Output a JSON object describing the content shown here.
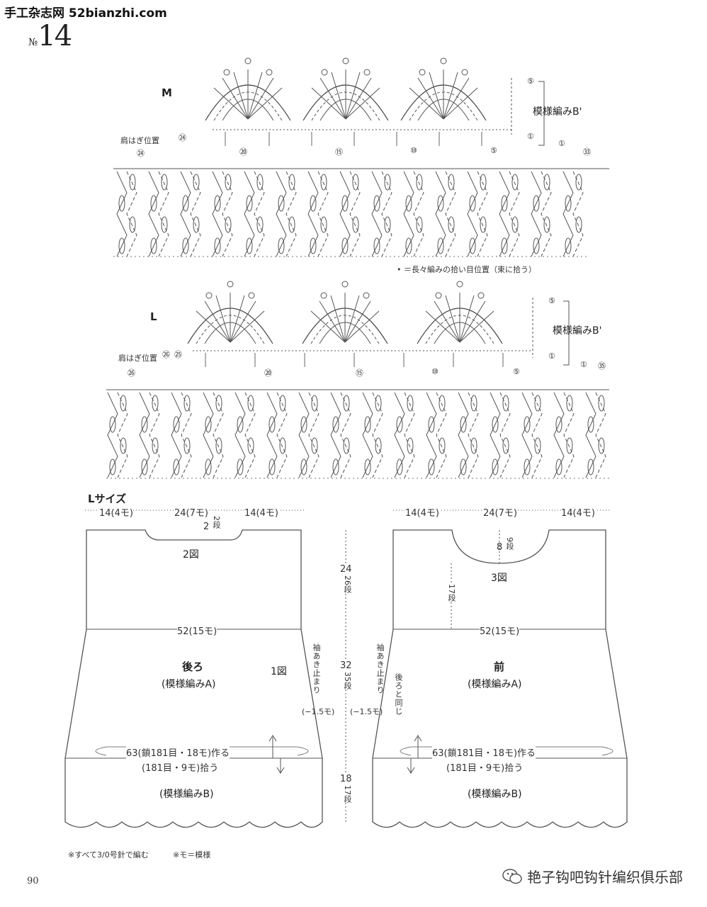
{
  "header": {
    "site": "手工杂志网 52bianzhi.com",
    "no_prefix": "№",
    "no_number": "14"
  },
  "chart_m": {
    "size_label": "M",
    "shoulder_label": "肩はぎ位置",
    "pattern_label": "模様編みB'",
    "row_top": "⑤",
    "row_bottom": "①",
    "markers": [
      "㉔",
      "㉔",
      "⑳",
      "⑮",
      "⑩",
      "⑤",
      "①",
      "㉝"
    ]
  },
  "note_long": "• ＝長々編みの拾い目位置（束に拾う）",
  "chart_l": {
    "size_label": "L",
    "shoulder_label": "肩はぎ位置",
    "pattern_label": "模様編みB'",
    "row_top": "⑤",
    "row_bottom": "①",
    "markers": [
      "㉖",
      "㉕",
      "㉖",
      "⑳",
      "⑮",
      "⑩",
      "⑤",
      "①",
      "㉟"
    ]
  },
  "schematic": {
    "size_title": "Lサイズ",
    "top_dims": [
      "14(4モ)",
      "24(7モ)",
      "14(4モ)"
    ],
    "back": {
      "title": "後ろ",
      "pattern": "(模様編みA)",
      "fig_neck": "2図",
      "fig_side": "1図",
      "neck_depth": "2",
      "neck_rows": "2段",
      "width_mark": "52(15モ)",
      "chain_start": "63(鎖181目・18モ)作る",
      "pickup": "(181目・9モ)拾う",
      "hem_pattern": "(模様編みB)"
    },
    "front": {
      "title": "前",
      "pattern": "(模様編みA)",
      "fig_neck": "3図",
      "neck_depth": "8",
      "neck_rows": "9段",
      "mid_rows": "17段",
      "width_mark": "52(15モ)",
      "chain_start": "63(鎖181目・18モ)作る",
      "pickup": "(181目・9モ)拾う",
      "hem_pattern": "(模様編みB)"
    },
    "armhole_label": "袖あき止まり",
    "same_as_back": "後ろと同じ",
    "dim_upper_cm": "24",
    "dim_upper_rows": "26段",
    "dim_middle_cm": "32",
    "dim_middle_rows": "35段",
    "dim_lower_cm": "18",
    "dim_lower_rows": "17段",
    "decrease": "(−1.5モ)"
  },
  "footer": {
    "note1": "※すべて3/0号針で編む",
    "note2": "※モ＝模様",
    "page_number": "90",
    "watermark": "艳子钩吧钩针编织俱乐部"
  }
}
